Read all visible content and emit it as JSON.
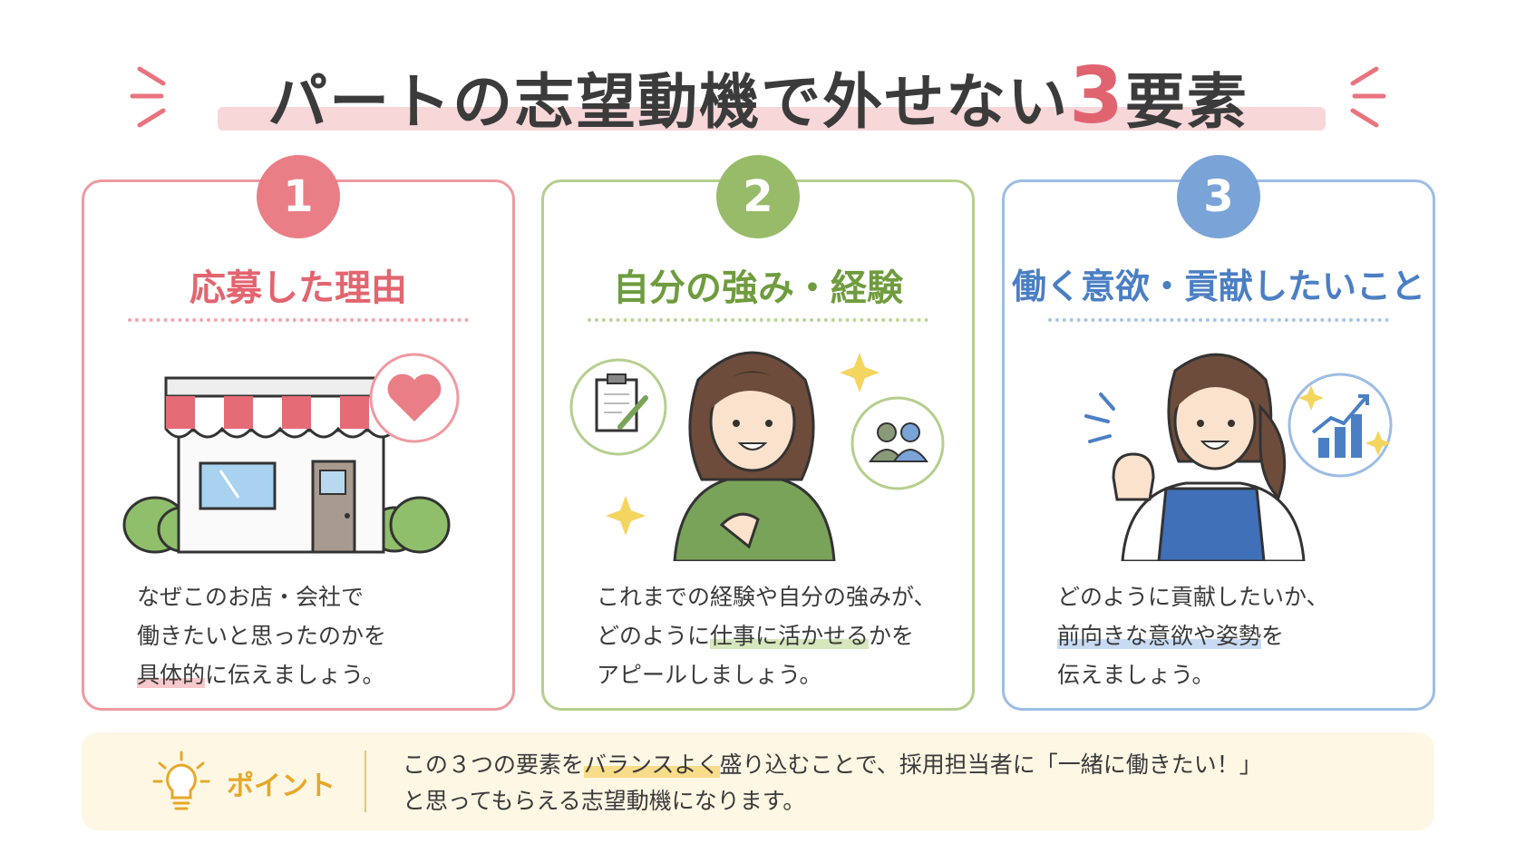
{
  "title": {
    "prefix": "パートの志望動機で外せない",
    "number": "3",
    "suffix": "要素"
  },
  "cards": [
    {
      "number": "1",
      "title": "応募した理由",
      "lines": [
        "なぜこのお店・会社で",
        "働きたいと思ったのかを"
      ],
      "line3_highlight": "具体的",
      "line3_rest": "に伝えましょう。"
    },
    {
      "number": "2",
      "title": "自分の強み・経験",
      "line1": "これまでの経験や自分の強みが、",
      "line2_pre": "どのように",
      "line2_highlight": "仕事に活かせる",
      "line2_post": "かを",
      "line3": "アピールしましょう。"
    },
    {
      "number": "3",
      "title": "働く意欲・貢献したいこと",
      "line1": "どのように貢献したいか、",
      "line2_highlight": "前向きな意欲や姿勢",
      "line2_post": "を",
      "line3": "伝えましょう。"
    }
  ],
  "point": {
    "label": "ポイント",
    "line1_pre": "この３つの要素を",
    "line1_highlight": "バランスよく",
    "line1_post": "盛り込むことで、採用担当者に「一緒に働きたい！」",
    "line2": "と思ってもらえる志望動機になります。"
  },
  "icons": {
    "card1": [
      "shop-icon",
      "heart-bubble-icon"
    ],
    "card2": [
      "clipboard-icon",
      "people-bubble-icon",
      "sparkle-icon"
    ],
    "card3": [
      "chart-bubble-icon",
      "sparkle-icon"
    ],
    "point": "lightbulb-icon"
  },
  "colors": {
    "pink": "#ea7e86",
    "green": "#98bb69",
    "blue": "#7aa3d8",
    "yellow": "#e6a82a"
  }
}
